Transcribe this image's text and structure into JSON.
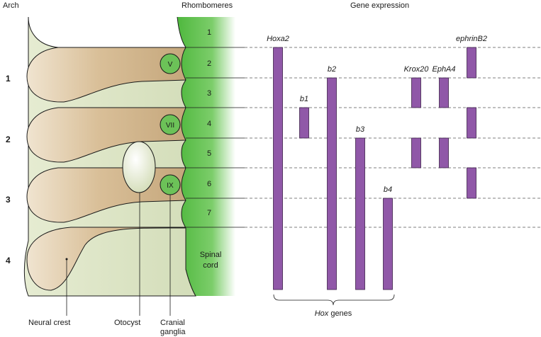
{
  "headers": {
    "arch": "Arch",
    "rhombomeres": "Rhombomeres",
    "gene_expression": "Gene expression"
  },
  "arches": [
    "1",
    "2",
    "3",
    "4"
  ],
  "rhombomeres": [
    "1",
    "2",
    "3",
    "4",
    "5",
    "6",
    "7"
  ],
  "spinal_cord": [
    "Spinal",
    "cord"
  ],
  "cranial_ganglia": [
    "V",
    "VII",
    "IX"
  ],
  "bottom_labels": {
    "neural_crest": "Neural crest",
    "otocyst": "Otocyst",
    "cranial_ganglia": [
      "Cranial",
      "ganglia"
    ]
  },
  "hox_bracket": {
    "italic": "Hox",
    "rest": " genes"
  },
  "genes": [
    {
      "name": "Hoxa2",
      "segments": [
        [
          2,
          8
        ]
      ]
    },
    {
      "name": "b1",
      "segments": [
        [
          4,
          4
        ]
      ]
    },
    {
      "name": "b2",
      "segments": [
        [
          3,
          8
        ]
      ]
    },
    {
      "name": "b3",
      "segments": [
        [
          5,
          8
        ]
      ]
    },
    {
      "name": "b4",
      "segments": [
        [
          7,
          8
        ]
      ]
    },
    {
      "name": "Krox20",
      "segments": [
        [
          3,
          3
        ],
        [
          5,
          5
        ]
      ]
    },
    {
      "name": "EphA4",
      "segments": [
        [
          3,
          3
        ],
        [
          5,
          5
        ]
      ]
    },
    {
      "name": "ephrinB2",
      "segments": [
        [
          2,
          2
        ],
        [
          4,
          4
        ],
        [
          6,
          6
        ]
      ]
    }
  ],
  "colors": {
    "gene_bar": "#9058a8",
    "spinal_cord": "#5cbf4a",
    "neural_crest": "#d6bd97",
    "tissue": "#dbe3c4",
    "otocyst": "#e4ebcf"
  }
}
